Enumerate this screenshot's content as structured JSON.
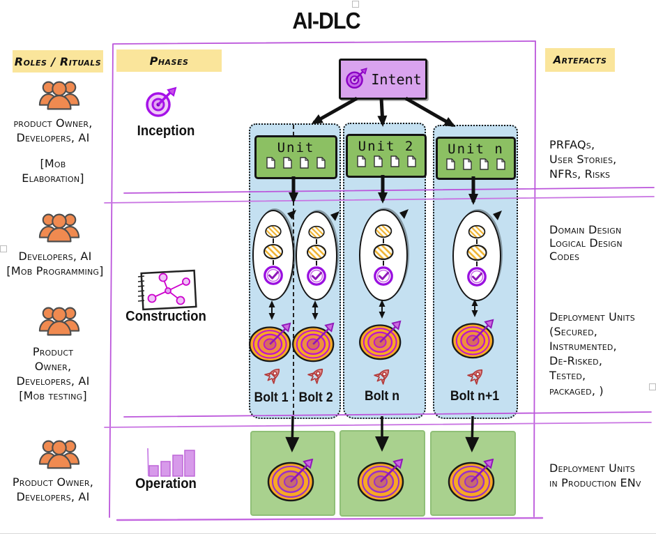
{
  "title": "AI-DLC",
  "colors": {
    "header_bg": "#FAE59B",
    "frame_line": "#B94FD6",
    "team_orange": "#F08A50",
    "container_blue": "#C4E0F1",
    "unit_green": "#8CC063",
    "operation_green": "#A9D18E",
    "intent_purple": "#D9A3EE",
    "target_orange": "#F8A825",
    "accent_magenta": "#BD13CE",
    "rocket_red": "#C04040"
  },
  "roles_column": {
    "header": "Roles / Rituals",
    "groups": [
      {
        "icon": "team-icon",
        "text": "product Owner,\nDevelopers, AI",
        "ritual": "[Mob\nElaboration]"
      },
      {
        "icon": "team-icon",
        "text": "Developers, AI\n[Mob Programming]"
      },
      {
        "icon": "team-icon",
        "text": "Product\nOwner,\nDevelopers, AI\n[Mob testing]"
      },
      {
        "icon": "team-icon",
        "text": "Product Owner,\nDevelopers, AI"
      }
    ]
  },
  "phases_column": {
    "header": "Phases",
    "phases": [
      {
        "label": "Inception",
        "icon": "target-icon"
      },
      {
        "label": "Construction",
        "icon": "design-board-icon"
      },
      {
        "label": "Operation",
        "icon": "bar-chart-icon"
      }
    ]
  },
  "artefacts_column": {
    "header": "Artefacts",
    "items": [
      {
        "text": "PRFAQs,\nUser Stories,\nNFRs, Risks"
      },
      {
        "text": "Domain Design\nLogical Design\nCodes"
      },
      {
        "text": "Deployment Units\n(Secured,\nInstrumented,\nDe-Risked,\nTested,\npackaged, )"
      },
      {
        "text": "Deployment Units\nin Production ENv"
      }
    ]
  },
  "flow": {
    "intent": {
      "label": "Intent",
      "icon": "target-icon"
    },
    "units": [
      {
        "label": "Unit",
        "icon": "documents-icon"
      },
      {
        "label": "Unit 2",
        "icon": "documents-icon"
      },
      {
        "label": "Unit n",
        "icon": "documents-icon"
      }
    ],
    "bolts": [
      {
        "label": "Bolt 1",
        "icons": [
          "target-icon",
          "rocket-icon"
        ]
      },
      {
        "label": "Bolt 2",
        "icons": [
          "target-icon",
          "rocket-icon"
        ]
      },
      {
        "label": "Bolt n",
        "icons": [
          "target-icon",
          "rocket-icon"
        ]
      },
      {
        "label": "Bolt n+1",
        "icons": [
          "target-icon",
          "rocket-icon"
        ]
      }
    ]
  }
}
